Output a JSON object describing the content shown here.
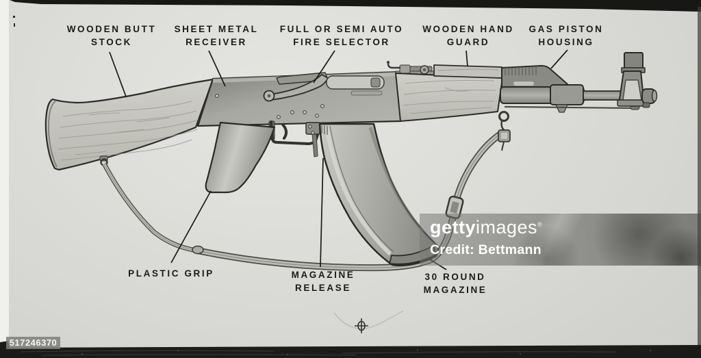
{
  "labels": {
    "butt_stock": {
      "line1": "WOODEN BUTT",
      "line2": "STOCK"
    },
    "receiver": {
      "line1": "SHEET METAL",
      "line2": "RECEIVER"
    },
    "fire_selector": {
      "line1": "FULL OR SEMI AUTO",
      "line2": "FIRE SELECTOR"
    },
    "hand_guard": {
      "line1": "WOODEN HAND",
      "line2": "GUARD"
    },
    "gas_piston": {
      "line1": "GAS PISTON",
      "line2": "HOUSING"
    },
    "plastic_grip": {
      "line1": "PLASTIC GRIP"
    },
    "magazine_release": {
      "line1": "MAGAZINE",
      "line2": "RELEASE"
    },
    "magazine_30": {
      "line1": "30 ROUND",
      "line2": "MAGAZINE"
    }
  },
  "watermark": {
    "brand_bold": "getty",
    "brand_light": "images",
    "registered": "®",
    "credit": "Credit: Bettmann",
    "image_id": "517246370"
  },
  "colors": {
    "paper": "#d7d7d3",
    "ink": "#1b1b19",
    "wood": "#c7c7c1",
    "metal": "#9a9a94",
    "watermark_band": "rgba(98,98,95,0.55)",
    "photo_border": "#171715"
  }
}
